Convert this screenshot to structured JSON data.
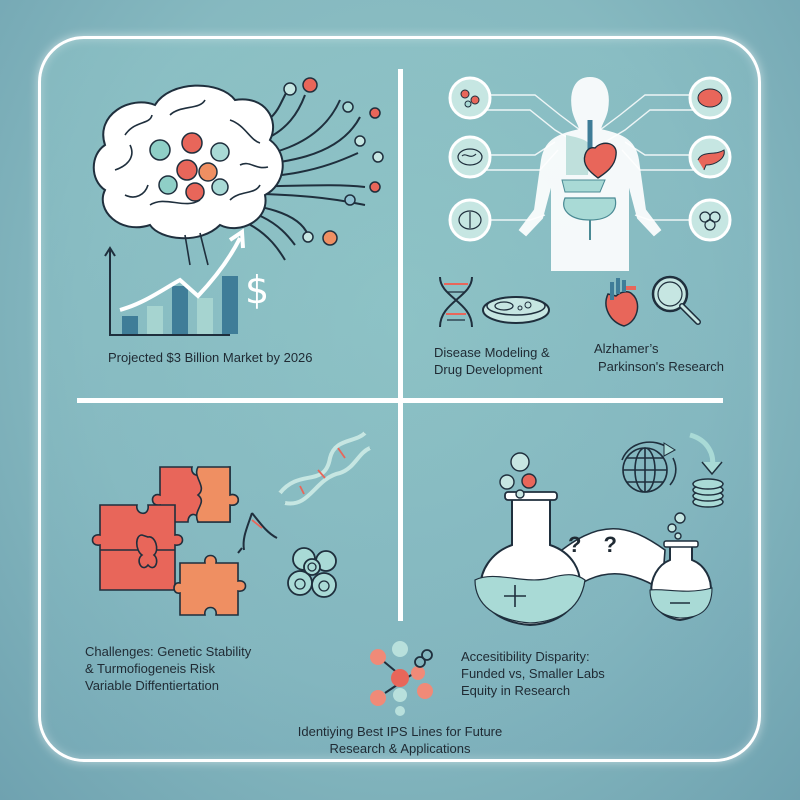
{
  "colors": {
    "background": "#86b9c0",
    "frame": "#ffffff",
    "outline": "#1f2f3d",
    "coral": "#e8665a",
    "orange": "#ef8f62",
    "teal_light": "#a9dad6",
    "bar_dark": "#3f7d98",
    "bar_light": "#a6d4d0"
  },
  "quadrants": {
    "top_left": {
      "icons": [
        "brain-network-icon",
        "rising-bar-chart-icon",
        "dollar-icon"
      ],
      "caption": "Projected $3 Billion Market by 2026"
    },
    "top_right": {
      "icons": [
        "human-body-organs-icon",
        "cell-cluster-icon",
        "brain-icon",
        "brain-icon",
        "organ-brain-icon",
        "pancreas-icon",
        "cell-cluster-icon",
        "dna-icon",
        "petri-dish-icon",
        "heart-icon",
        "magnifier-icon"
      ],
      "caption_left_line1": "Disease Modeling &",
      "caption_left_line2": "Drug Development",
      "caption_right_line1": "Alzhamer’s",
      "caption_right_line2": "Parkinson's Research"
    },
    "bottom_left": {
      "icons": [
        "puzzle-pieces-icon",
        "dna-icon",
        "broken-dna-icon",
        "cells-icon"
      ],
      "caption_line1": "Challenges: Genetic Stability",
      "caption_line2": "& Turmofiogeneis Risk",
      "caption_line3": "Variable Diffentiertation"
    },
    "bottom_right": {
      "icons": [
        "flask-large-plus-icon",
        "flask-small-minus-icon",
        "globe-icon",
        "coins-icon"
      ],
      "bridge_text": "? ?",
      "caption_line1": "Accesitibility Disparity:",
      "caption_line2": "Funded vs, Smaller Labs",
      "caption_line3": "Equity in Research"
    }
  },
  "footer": {
    "icon": "molecule-icon",
    "line1": "Identiying Best IPS Lines for Future",
    "line2": "Research & Applications"
  }
}
